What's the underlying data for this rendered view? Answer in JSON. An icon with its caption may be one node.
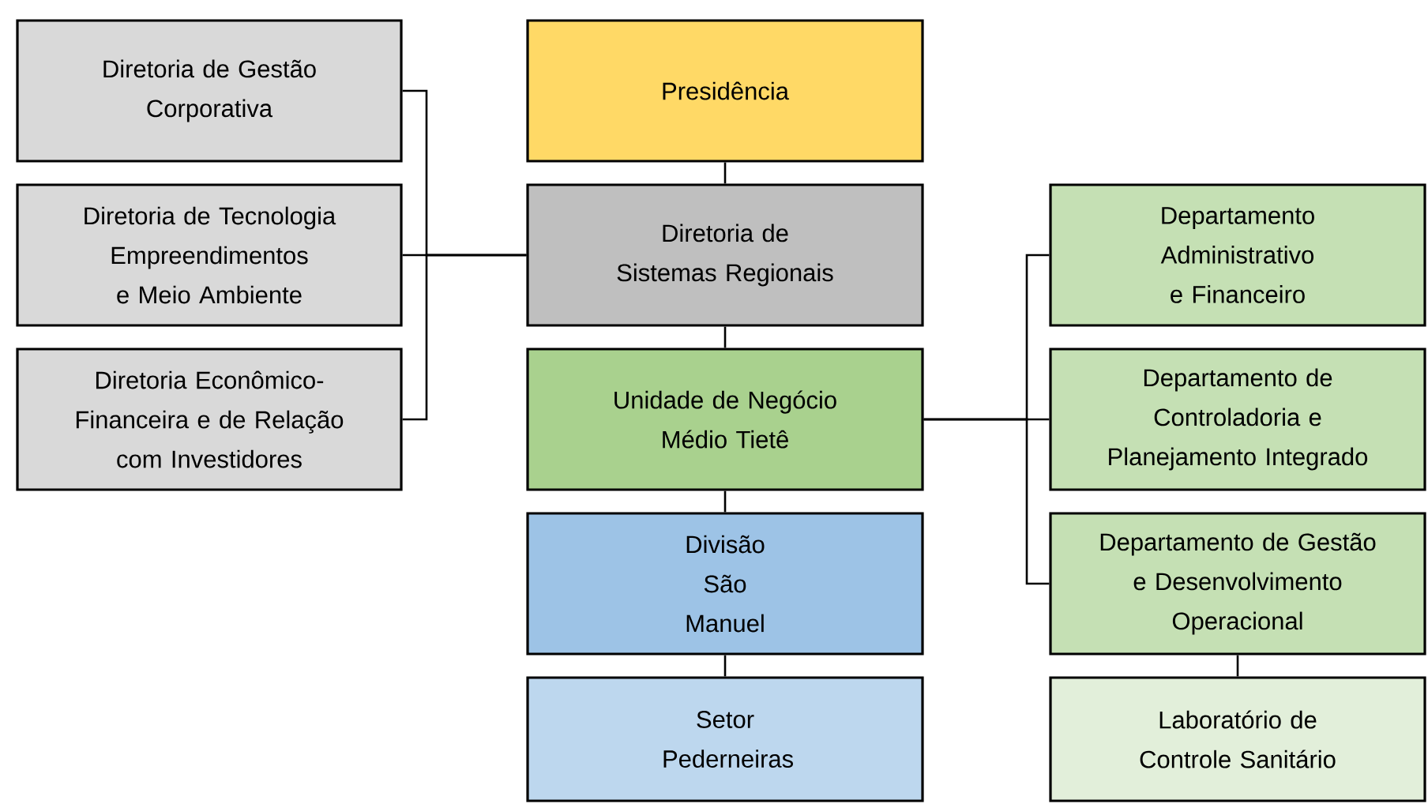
{
  "diagram": {
    "nodes": [
      {
        "text": [
          "Diretoria de Gestão Corporativa"
        ]
      },
      {
        "text": [
          "Presidência"
        ]
      },
      {
        "text": [
          "Diretoria de Tecnologia Empreendimentos e Meio Ambiente"
        ]
      },
      {
        "text": [
          "Diretoria de Sistemas Regionais"
        ]
      },
      {
        "text": [
          "Departamento Administrativo e Financeiro"
        ]
      },
      {
        "text": [
          "Diretoria Econômico-Financeira e de Relação com Investidores"
        ]
      },
      {
        "text": [
          "Unidade de Negócio Médio Tietê"
        ]
      },
      {
        "text": [
          "Departamento de Controladoria e Planejamento Integrado"
        ]
      },
      {
        "text": [
          "Divisão São Manuel"
        ]
      },
      {
        "text": [
          "Departamento de Gestão e Desenvolvimento Operacional"
        ]
      },
      {
        "text": [
          "Setor Pederneiras"
        ]
      },
      {
        "text": [
          "Laboratório de Controle Sanitário"
        ]
      }
    ],
    "edges": [
      {
        "from": 1,
        "to": 3,
        "arrow": "none"
      },
      {
        "from": 3,
        "to": 0,
        "arrow": "none"
      },
      {
        "from": 3,
        "to": 2,
        "arrow": "none"
      },
      {
        "from": 3,
        "to": 5,
        "arrow": "none"
      },
      {
        "from": 3,
        "to": 6,
        "arrow": "none"
      },
      {
        "from": 6,
        "to": 4,
        "arrow": "none"
      },
      {
        "from": 6,
        "to": 7,
        "arrow": "none"
      },
      {
        "from": 6,
        "to": 9,
        "arrow": "none"
      },
      {
        "from": 6,
        "to": 8,
        "arrow": "none"
      },
      {
        "from": 8,
        "to": 10,
        "arrow": "none"
      },
      {
        "from": 9,
        "to": 11,
        "arrow": "none"
      }
    ]
  }
}
